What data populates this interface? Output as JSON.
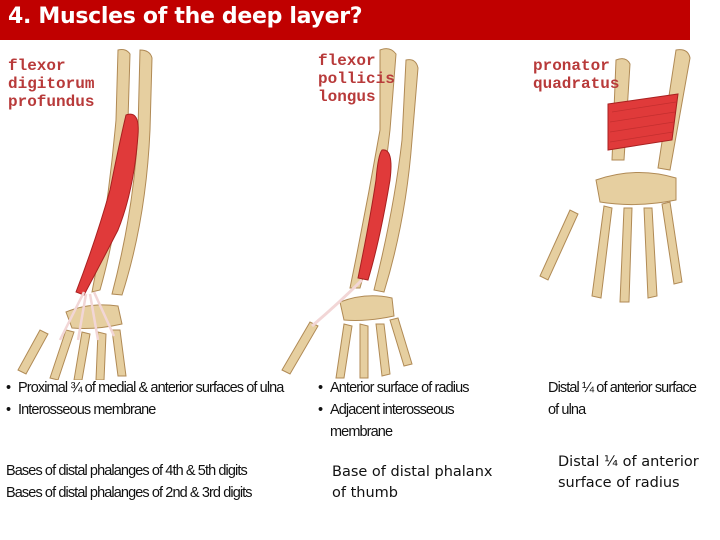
{
  "title": "4. Muscles of the deep layer?",
  "colors": {
    "title_bar": "#c00000",
    "label_red": "#b83a3a",
    "muscle": "#e03a3a",
    "bone": "#e6cfa0"
  },
  "muscles": [
    {
      "label": "flexor\ndigitorum\nprofundus",
      "origin": [
        "Proximal ¾ of medial & anterior surfaces of ulna",
        "Interosseous membrane"
      ],
      "insertion": [
        "Bases of distal phalanges of 4th & 5th digits",
        "Bases of distal phalanges of 2nd & 3rd digits"
      ]
    },
    {
      "label": "flexor\npollicis\nlongus",
      "origin": [
        "Anterior surface of radius",
        "Adjacent interosseous membrane"
      ],
      "insertion": [
        "Base of distal phalanx of thumb"
      ]
    },
    {
      "label": "pronator\nquadratus",
      "origin": [
        "Distal ¼ of anterior surface of ulna"
      ],
      "insertion": [
        "Distal ¼ of anterior surface of radius"
      ]
    }
  ]
}
